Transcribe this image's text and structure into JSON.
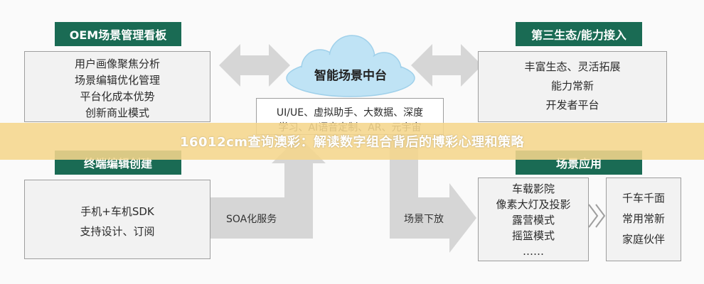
{
  "oem_board": {
    "title": "OEM场景管理看板",
    "lines": [
      "用户画像聚焦分析",
      "场景编辑优化管理",
      "平台化成本优势",
      "创新商业模式"
    ]
  },
  "ecosystem": {
    "title": "第三生态/能力接入",
    "lines": [
      "丰富生态、灵活拓展",
      "能力常新",
      "开发者平台"
    ]
  },
  "center": {
    "cloud_title": "智能场景中台",
    "line1": "UI/UE、虚拟助手、大数据、深度",
    "line2": "学习、AI语音定制、AR、元宇宙"
  },
  "terminal_edit": {
    "title": "终端编辑创建",
    "lines": [
      "手机+车机SDK",
      "支持设计、订阅"
    ]
  },
  "arrows": {
    "soa_label": "SOA化服务",
    "dispatch_label": "场景下放"
  },
  "scene_app": {
    "title": "场景应用",
    "lines": [
      "车载影院",
      "像素大灯及投影",
      "露营模式",
      "摇篮模式",
      "……"
    ]
  },
  "outcome": {
    "lines": [
      "千车千面",
      "常用常新",
      "家庭伙伴"
    ]
  },
  "banner": {
    "text": "16012cm查询澳彩：解读数字组合背后的博彩心理和策略"
  },
  "colors": {
    "tag_green": "#1a6b54",
    "box_gray": "#f2f2f2",
    "arrow_gray": "#d6d6d6",
    "cloud_blue": "#bfe3f5",
    "banner_gold": "#f5d68c"
  }
}
